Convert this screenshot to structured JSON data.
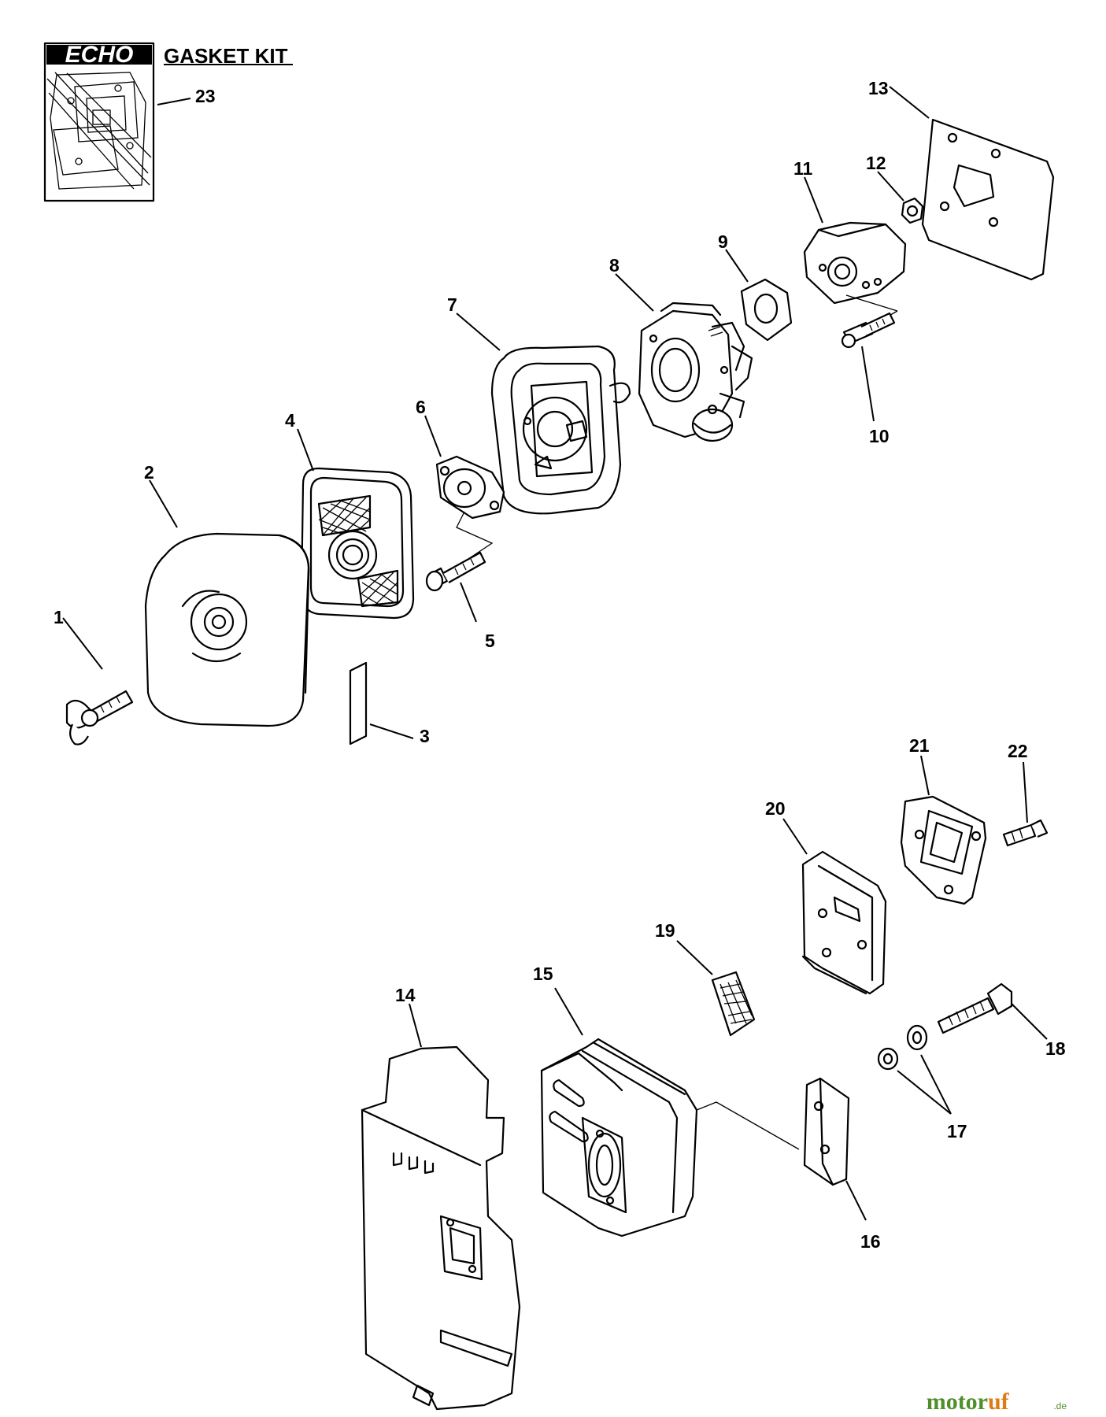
{
  "kit": {
    "brand": "ECHO",
    "title": "GASKET KIT"
  },
  "callouts": [
    "1",
    "2",
    "3",
    "4",
    "5",
    "6",
    "7",
    "8",
    "9",
    "10",
    "11",
    "12",
    "13",
    "14",
    "15",
    "16",
    "17",
    "18",
    "19",
    "20",
    "21",
    "22",
    "23"
  ],
  "watermark": {
    "part1": "motor",
    "part2": "uf",
    "suffix": ".de"
  }
}
